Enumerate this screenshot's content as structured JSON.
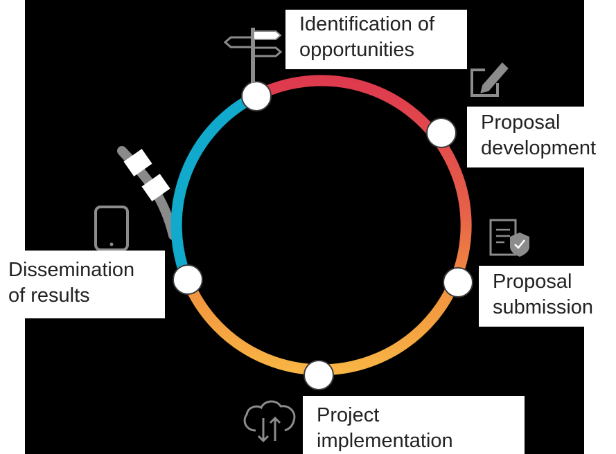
{
  "colors": {
    "background": "#000000",
    "label_background": "#ffffff",
    "label_text": "#222222",
    "icon": "#8c8c8c",
    "ring_gradient": [
      "#e0404a",
      "#e8644a",
      "#f39a45",
      "#f7b845",
      "#12aacc"
    ]
  },
  "stages": [
    {
      "lines": [
        "Identification of",
        "opportunities"
      ],
      "icon": "signpost-icon"
    },
    {
      "lines": [
        "Proposal",
        "development"
      ],
      "icon": "edit-icon"
    },
    {
      "lines": [
        "Proposal",
        "submission"
      ],
      "icon": "document-check-icon"
    },
    {
      "lines": [
        "Project",
        "implementation"
      ],
      "icon": "cloud-sync-icon"
    },
    {
      "lines": [
        "Dissemination",
        "of results"
      ],
      "icon": "tablet-icon"
    }
  ]
}
